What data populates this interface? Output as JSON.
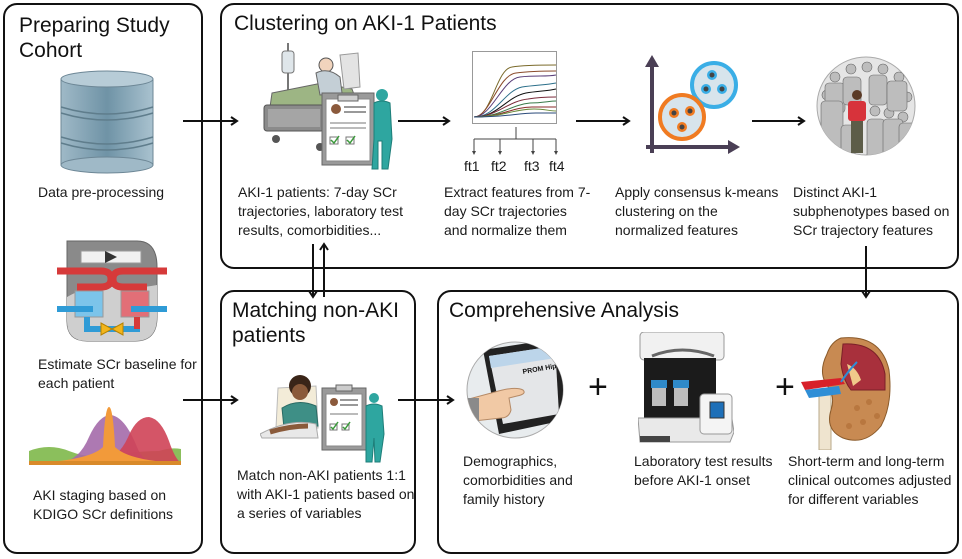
{
  "panels": {
    "cohort": {
      "title": "Preparing Study Cohort",
      "steps": [
        {
          "icon": "database-icon",
          "caption": "Data pre-processing"
        },
        {
          "icon": "heat-exchanger-icon",
          "caption": "Estimate SCr baseline for each patient"
        },
        {
          "icon": "distribution-curves-icon",
          "caption": "AKI staging based on KDIGO SCr definitions"
        }
      ]
    },
    "clustering": {
      "title": "Clustering on AKI-1 Patients",
      "steps": [
        {
          "icon": "hospital-patient-icon",
          "caption": "AKI-1 patients: 7-day SCr trajectories, laboratory test results, comorbidities..."
        },
        {
          "icon": "trajectory-plot-icon",
          "caption": "Extract features from 7-day SCr trajectories and normalize them",
          "features": [
            "ft1",
            "ft2",
            "ft3",
            "ft4"
          ]
        },
        {
          "icon": "cluster-scatter-icon",
          "caption": "Apply consensus k-means clustering on the normalized features"
        },
        {
          "icon": "crowd-icon",
          "caption": "Distinct AKI-1 subphenotypes based on SCr trajectory features"
        }
      ]
    },
    "matching": {
      "title": "Matching non-AKI patients",
      "steps": [
        {
          "icon": "patient-doctor-icon",
          "caption": "Match non-AKI patients 1:1 with AKI-1 patients based on a series of variables"
        }
      ]
    },
    "analysis": {
      "title": "Comprehensive Analysis",
      "tablet_text": "PROM Hip",
      "operator": "+",
      "steps": [
        {
          "icon": "tablet-icon",
          "caption": "Demographics, comorbidities and family history"
        },
        {
          "icon": "lab-analyzer-icon",
          "caption": "Laboratory test results before AKI-1 onset"
        },
        {
          "icon": "kidney-icon",
          "caption": "Short-term and long-term clinical outcomes adjusted for different variables"
        }
      ]
    }
  },
  "colors": {
    "border": "#111111",
    "db_blue": "#8fb0c0",
    "hot_red": "#d63a3a",
    "cold_blue": "#2f9bd6",
    "valve_yellow": "#f2b51c",
    "orange_cluster": "#f07b22",
    "blue_cluster": "#3aaee6",
    "axis_purple": "#4a3f55"
  }
}
